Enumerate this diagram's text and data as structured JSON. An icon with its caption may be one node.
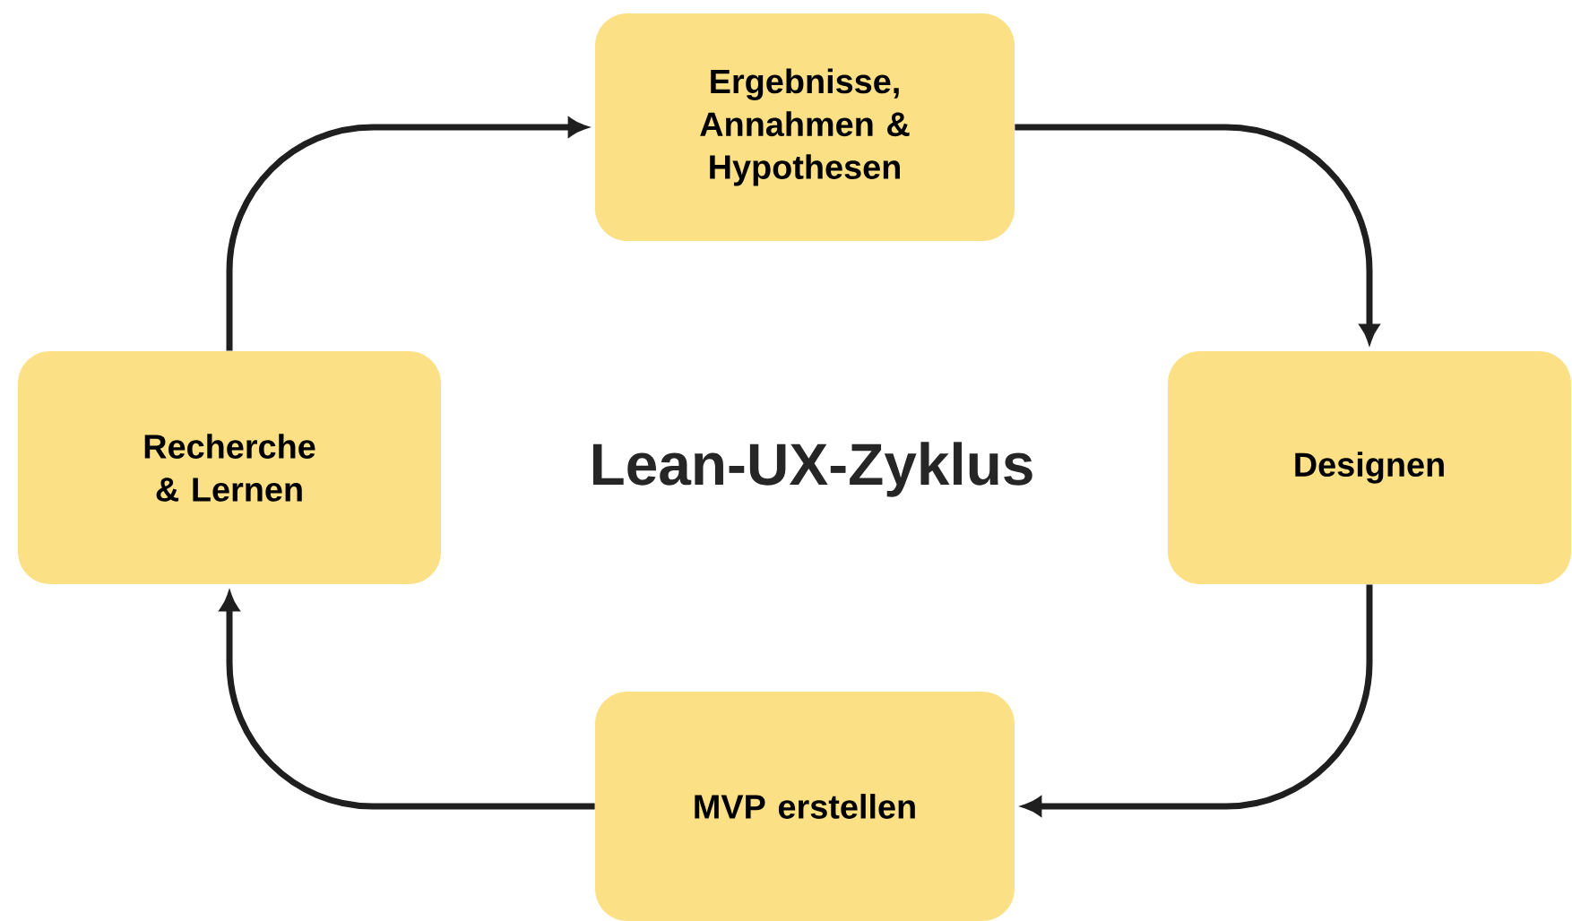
{
  "diagram": {
    "title": "Lean-UX-Zyklus",
    "nodes": [
      {
        "text": [
          "Ergebnisse, Annahmen & Hypothesen"
        ]
      },
      {
        "text": [
          "Designen"
        ]
      },
      {
        "text": [
          "MVP erstellen"
        ]
      },
      {
        "text": [
          "Recherche & Lernen"
        ]
      }
    ],
    "edges": [
      {
        "from": 0,
        "to": 1,
        "arrow": "to"
      },
      {
        "from": 1,
        "to": 2,
        "arrow": "to"
      },
      {
        "from": 2,
        "to": 3,
        "arrow": "to"
      },
      {
        "from": 3,
        "to": 0,
        "arrow": "to"
      }
    ]
  }
}
